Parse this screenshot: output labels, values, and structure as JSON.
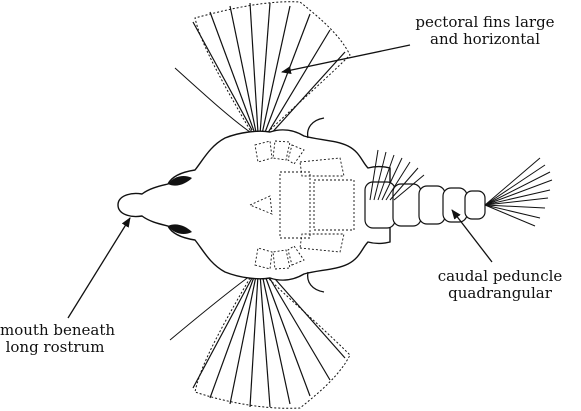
{
  "labels": {
    "pectoral": [
      "pectoral fins large",
      "and horizontal"
    ],
    "caudal": [
      "caudal peduncle",
      "quadrangular"
    ],
    "mouth": [
      "mouth beneath",
      "long rostrum"
    ]
  },
  "colors": {
    "line": "#111111",
    "fill": "#ffffff",
    "dark_mark": "#111111"
  }
}
